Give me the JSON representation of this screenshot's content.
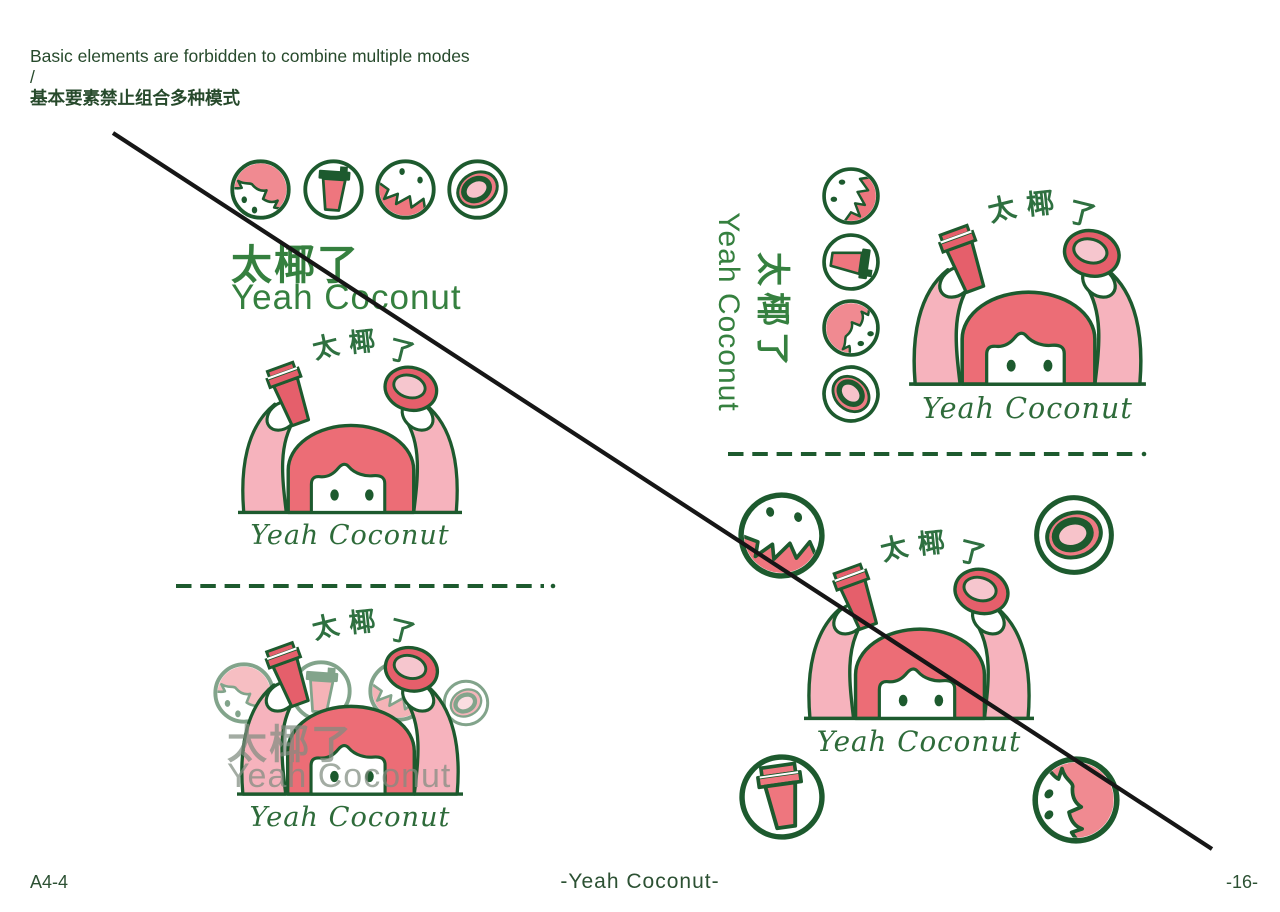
{
  "header": {
    "line_en": "Basic elements are forbidden to combine multiple modes",
    "separator": "/",
    "line_zh": "基本要素禁止组合多种模式"
  },
  "brand": {
    "name_zh": "太椰了",
    "name_zh_chars": [
      "太",
      "椰",
      "了"
    ],
    "name_en": "Yeah Coconut"
  },
  "icons": {
    "girl": "girl-face-icon",
    "cup": "drink-cup-icon",
    "coconut": "bitten-coconut-icon",
    "slice": "coconut-slice-icon"
  },
  "colors": {
    "outline_green": "#1d5a2e",
    "text_green": "#35803f",
    "header_green": "#274a2c",
    "coral_pink": "#ec6d76",
    "light_pink": "#f6b3bd",
    "pale_pink": "#f6c6ce",
    "strike_black": "#161616",
    "faded_gray_green": "#808c80"
  },
  "footer": {
    "doc_code": "A4-4",
    "center_label": "-Yeah Coconut-",
    "page_number": "-16-"
  }
}
